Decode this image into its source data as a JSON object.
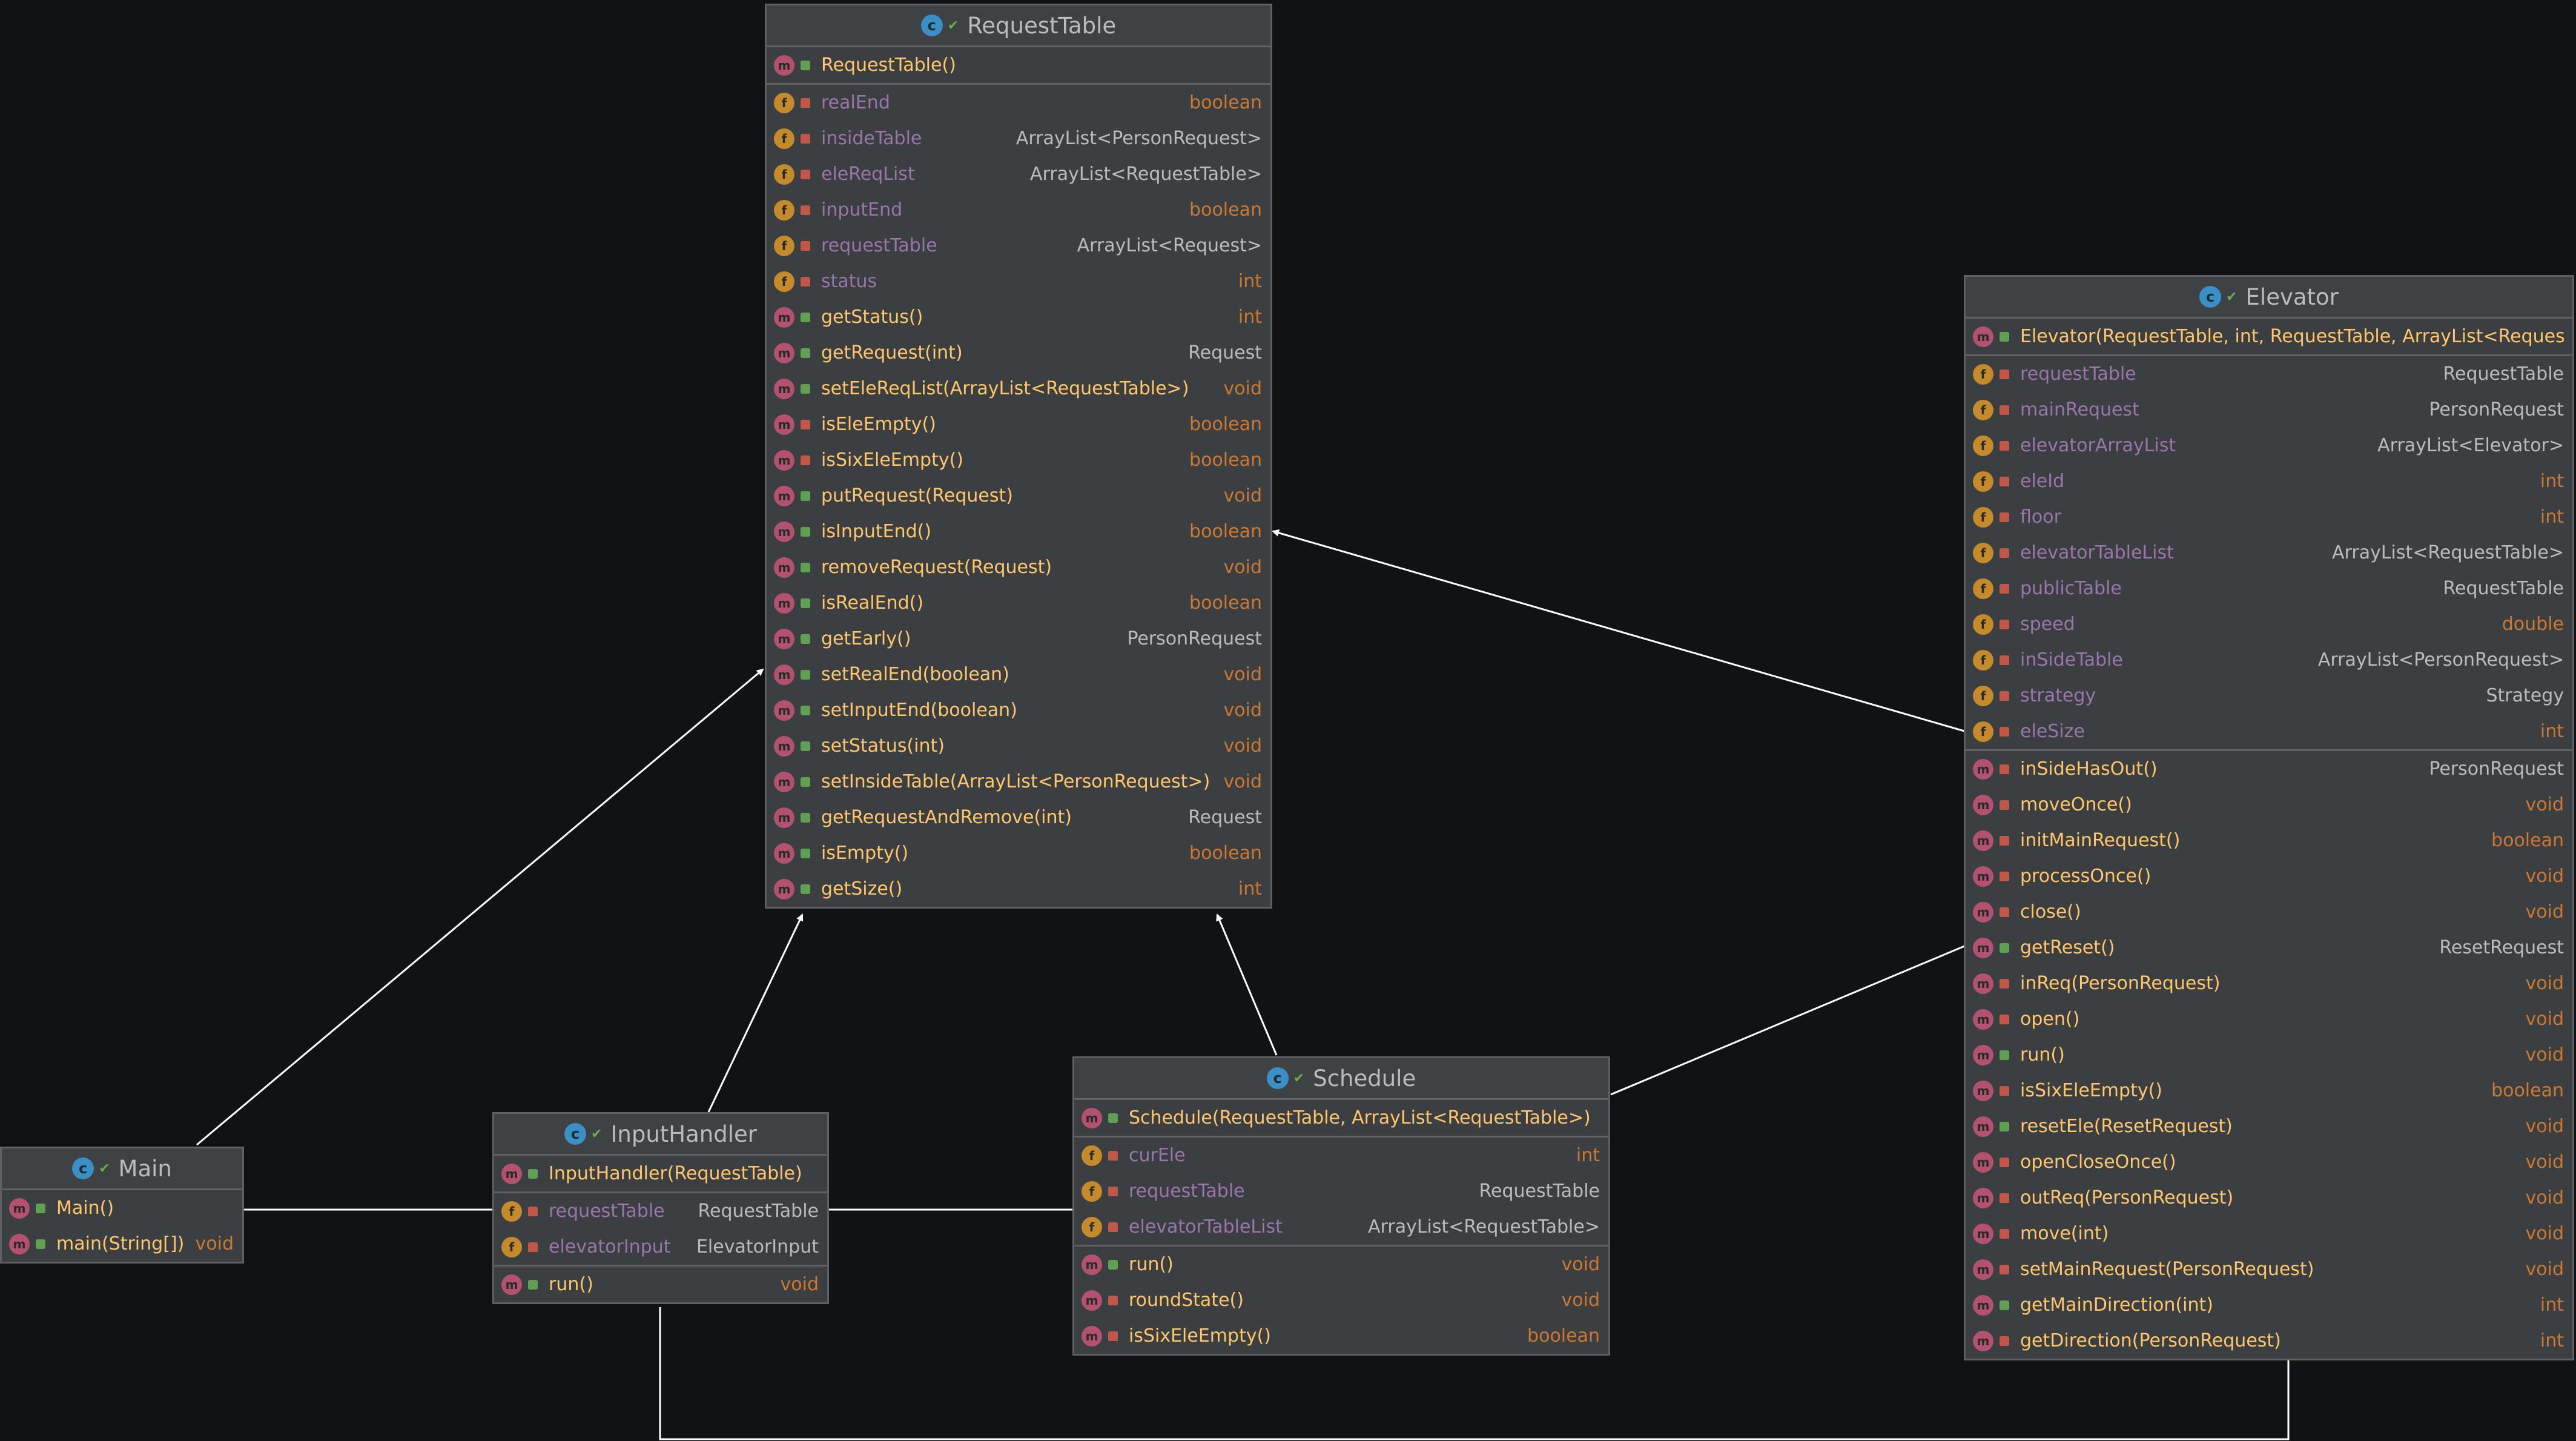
{
  "colors": {
    "background": "#111213",
    "box_fill": "#3c3f41",
    "box_border": "#5e6164",
    "method_name": "#ffc66d",
    "field_name": "#9876aa",
    "type_primitive": "#cc7832",
    "type_reference": "#bbbbbb",
    "edge": "#ffffff"
  },
  "icons": {
    "class": "class-c-icon",
    "method": "method-m-icon",
    "field": "field-f-icon",
    "public": "public-visibility-icon",
    "private": "private-lock-icon"
  },
  "classes": {
    "requestTable": {
      "name": "RequestTable",
      "sections": [
        [
          {
            "kind": "m",
            "vis": "pub",
            "name": "RequestTable()",
            "type": "",
            "prim": false
          }
        ],
        [
          {
            "kind": "f",
            "vis": "prv",
            "name": "realEnd",
            "type": "boolean",
            "prim": true
          },
          {
            "kind": "f",
            "vis": "prv",
            "name": "insideTable",
            "type": "ArrayList<PersonRequest>",
            "prim": false
          },
          {
            "kind": "f",
            "vis": "prv",
            "name": "eleReqList",
            "type": "ArrayList<RequestTable>",
            "prim": false
          },
          {
            "kind": "f",
            "vis": "prv",
            "name": "inputEnd",
            "type": "boolean",
            "prim": true
          },
          {
            "kind": "f",
            "vis": "prv",
            "name": "requestTable",
            "type": "ArrayList<Request>",
            "prim": false
          },
          {
            "kind": "f",
            "vis": "prv",
            "name": "status",
            "type": "int",
            "prim": true
          },
          {
            "kind": "m",
            "vis": "pub",
            "name": "getStatus()",
            "type": "int",
            "prim": true
          },
          {
            "kind": "m",
            "vis": "pub",
            "name": "getRequest(int)",
            "type": "Request",
            "prim": false
          },
          {
            "kind": "m",
            "vis": "pub",
            "name": "setEleReqList(ArrayList<RequestTable>)",
            "type": "void",
            "prim": true
          },
          {
            "kind": "m",
            "vis": "prv",
            "name": "isEleEmpty()",
            "type": "boolean",
            "prim": true
          },
          {
            "kind": "m",
            "vis": "prv",
            "name": "isSixEleEmpty()",
            "type": "boolean",
            "prim": true
          },
          {
            "kind": "m",
            "vis": "pub",
            "name": "putRequest(Request)",
            "type": "void",
            "prim": true
          },
          {
            "kind": "m",
            "vis": "pub",
            "name": "isInputEnd()",
            "type": "boolean",
            "prim": true
          },
          {
            "kind": "m",
            "vis": "pub",
            "name": "removeRequest(Request)",
            "type": "void",
            "prim": true
          },
          {
            "kind": "m",
            "vis": "pub",
            "name": "isRealEnd()",
            "type": "boolean",
            "prim": true
          },
          {
            "kind": "m",
            "vis": "pub",
            "name": "getEarly()",
            "type": "PersonRequest",
            "prim": false
          },
          {
            "kind": "m",
            "vis": "pub",
            "name": "setRealEnd(boolean)",
            "type": "void",
            "prim": true
          },
          {
            "kind": "m",
            "vis": "pub",
            "name": "setInputEnd(boolean)",
            "type": "void",
            "prim": true
          },
          {
            "kind": "m",
            "vis": "pub",
            "name": "setStatus(int)",
            "type": "void",
            "prim": true
          },
          {
            "kind": "m",
            "vis": "pub",
            "name": "setInsideTable(ArrayList<PersonRequest>)",
            "type": "void",
            "prim": true
          },
          {
            "kind": "m",
            "vis": "pub",
            "name": "getRequestAndRemove(int)",
            "type": "Request",
            "prim": false
          },
          {
            "kind": "m",
            "vis": "pub",
            "name": "isEmpty()",
            "type": "boolean",
            "prim": true
          },
          {
            "kind": "m",
            "vis": "pub",
            "name": "getSize()",
            "type": "int",
            "prim": true
          }
        ]
      ]
    },
    "elevator": {
      "name": "Elevator",
      "sections": [
        [
          {
            "kind": "m",
            "vis": "pub",
            "name": "Elevator(RequestTable, int, RequestTable, ArrayList<Request",
            "type": "",
            "prim": false
          }
        ],
        [
          {
            "kind": "f",
            "vis": "prv",
            "name": "requestTable",
            "type": "RequestTable",
            "prim": false
          },
          {
            "kind": "f",
            "vis": "prv",
            "name": "mainRequest",
            "type": "PersonRequest",
            "prim": false
          },
          {
            "kind": "f",
            "vis": "prv",
            "name": "elevatorArrayList",
            "type": "ArrayList<Elevator>",
            "prim": false
          },
          {
            "kind": "f",
            "vis": "prv",
            "name": "eleId",
            "type": "int",
            "prim": true
          },
          {
            "kind": "f",
            "vis": "prv",
            "name": "floor",
            "type": "int",
            "prim": true
          },
          {
            "kind": "f",
            "vis": "prv",
            "name": "elevatorTableList",
            "type": "ArrayList<RequestTable>",
            "prim": false
          },
          {
            "kind": "f",
            "vis": "prv",
            "name": "publicTable",
            "type": "RequestTable",
            "prim": false
          },
          {
            "kind": "f",
            "vis": "prv",
            "name": "speed",
            "type": "double",
            "prim": true
          },
          {
            "kind": "f",
            "vis": "prv",
            "name": "inSideTable",
            "type": "ArrayList<PersonRequest>",
            "prim": false
          },
          {
            "kind": "f",
            "vis": "prv",
            "name": "strategy",
            "type": "Strategy",
            "prim": false
          },
          {
            "kind": "f",
            "vis": "prv",
            "name": "eleSize",
            "type": "int",
            "prim": true
          }
        ],
        [
          {
            "kind": "m",
            "vis": "prv",
            "name": "inSideHasOut()",
            "type": "PersonRequest",
            "prim": false
          },
          {
            "kind": "m",
            "vis": "prv",
            "name": "moveOnce()",
            "type": "void",
            "prim": true
          },
          {
            "kind": "m",
            "vis": "prv",
            "name": "initMainRequest()",
            "type": "boolean",
            "prim": true
          },
          {
            "kind": "m",
            "vis": "prv",
            "name": "processOnce()",
            "type": "void",
            "prim": true
          },
          {
            "kind": "m",
            "vis": "prv",
            "name": "close()",
            "type": "void",
            "prim": true
          },
          {
            "kind": "m",
            "vis": "pub",
            "name": "getReset()",
            "type": "ResetRequest",
            "prim": false
          },
          {
            "kind": "m",
            "vis": "prv",
            "name": "inReq(PersonRequest)",
            "type": "void",
            "prim": true
          },
          {
            "kind": "m",
            "vis": "prv",
            "name": "open()",
            "type": "void",
            "prim": true
          },
          {
            "kind": "m",
            "vis": "pub",
            "name": "run()",
            "type": "void",
            "prim": true
          },
          {
            "kind": "m",
            "vis": "prv",
            "name": "isSixEleEmpty()",
            "type": "boolean",
            "prim": true
          },
          {
            "kind": "m",
            "vis": "pub",
            "name": "resetEle(ResetRequest)",
            "type": "void",
            "prim": true
          },
          {
            "kind": "m",
            "vis": "prv",
            "name": "openCloseOnce()",
            "type": "void",
            "prim": true
          },
          {
            "kind": "m",
            "vis": "prv",
            "name": "outReq(PersonRequest)",
            "type": "void",
            "prim": true
          },
          {
            "kind": "m",
            "vis": "prv",
            "name": "move(int)",
            "type": "void",
            "prim": true
          },
          {
            "kind": "m",
            "vis": "prv",
            "name": "setMainRequest(PersonRequest)",
            "type": "void",
            "prim": true
          },
          {
            "kind": "m",
            "vis": "pub",
            "name": "getMainDirection(int)",
            "type": "int",
            "prim": true
          },
          {
            "kind": "m",
            "vis": "prv",
            "name": "getDirection(PersonRequest)",
            "type": "int",
            "prim": true
          }
        ]
      ]
    },
    "schedule": {
      "name": "Schedule",
      "sections": [
        [
          {
            "kind": "m",
            "vis": "pub",
            "name": "Schedule(RequestTable, ArrayList<RequestTable>)",
            "type": "",
            "prim": false
          }
        ],
        [
          {
            "kind": "f",
            "vis": "prv",
            "name": "curEle",
            "type": "int",
            "prim": true
          },
          {
            "kind": "f",
            "vis": "prv",
            "name": "requestTable",
            "type": "RequestTable",
            "prim": false
          },
          {
            "kind": "f",
            "vis": "prv",
            "name": "elevatorTableList",
            "type": "ArrayList<RequestTable>",
            "prim": false
          }
        ],
        [
          {
            "kind": "m",
            "vis": "pub",
            "name": "run()",
            "type": "void",
            "prim": true
          },
          {
            "kind": "m",
            "vis": "prv",
            "name": "roundState()",
            "type": "void",
            "prim": true
          },
          {
            "kind": "m",
            "vis": "prv",
            "name": "isSixEleEmpty()",
            "type": "boolean",
            "prim": true
          }
        ]
      ]
    },
    "inputHandler": {
      "name": "InputHandler",
      "sections": [
        [
          {
            "kind": "m",
            "vis": "pub",
            "name": "InputHandler(RequestTable)",
            "type": "",
            "prim": false
          }
        ],
        [
          {
            "kind": "f",
            "vis": "prv",
            "name": "requestTable",
            "type": "RequestTable",
            "prim": false
          },
          {
            "kind": "f",
            "vis": "prv",
            "name": "elevatorInput",
            "type": "ElevatorInput",
            "prim": false
          }
        ],
        [
          {
            "kind": "m",
            "vis": "pub",
            "name": "run()",
            "type": "void",
            "prim": true
          }
        ]
      ]
    },
    "main": {
      "name": "Main",
      "sections": [
        [
          {
            "kind": "m",
            "vis": "pub",
            "name": "Main()",
            "type": "",
            "prim": false
          },
          {
            "kind": "m",
            "vis": "pub",
            "name": "main(String[])",
            "type": "void",
            "prim": true
          }
        ]
      ]
    }
  }
}
